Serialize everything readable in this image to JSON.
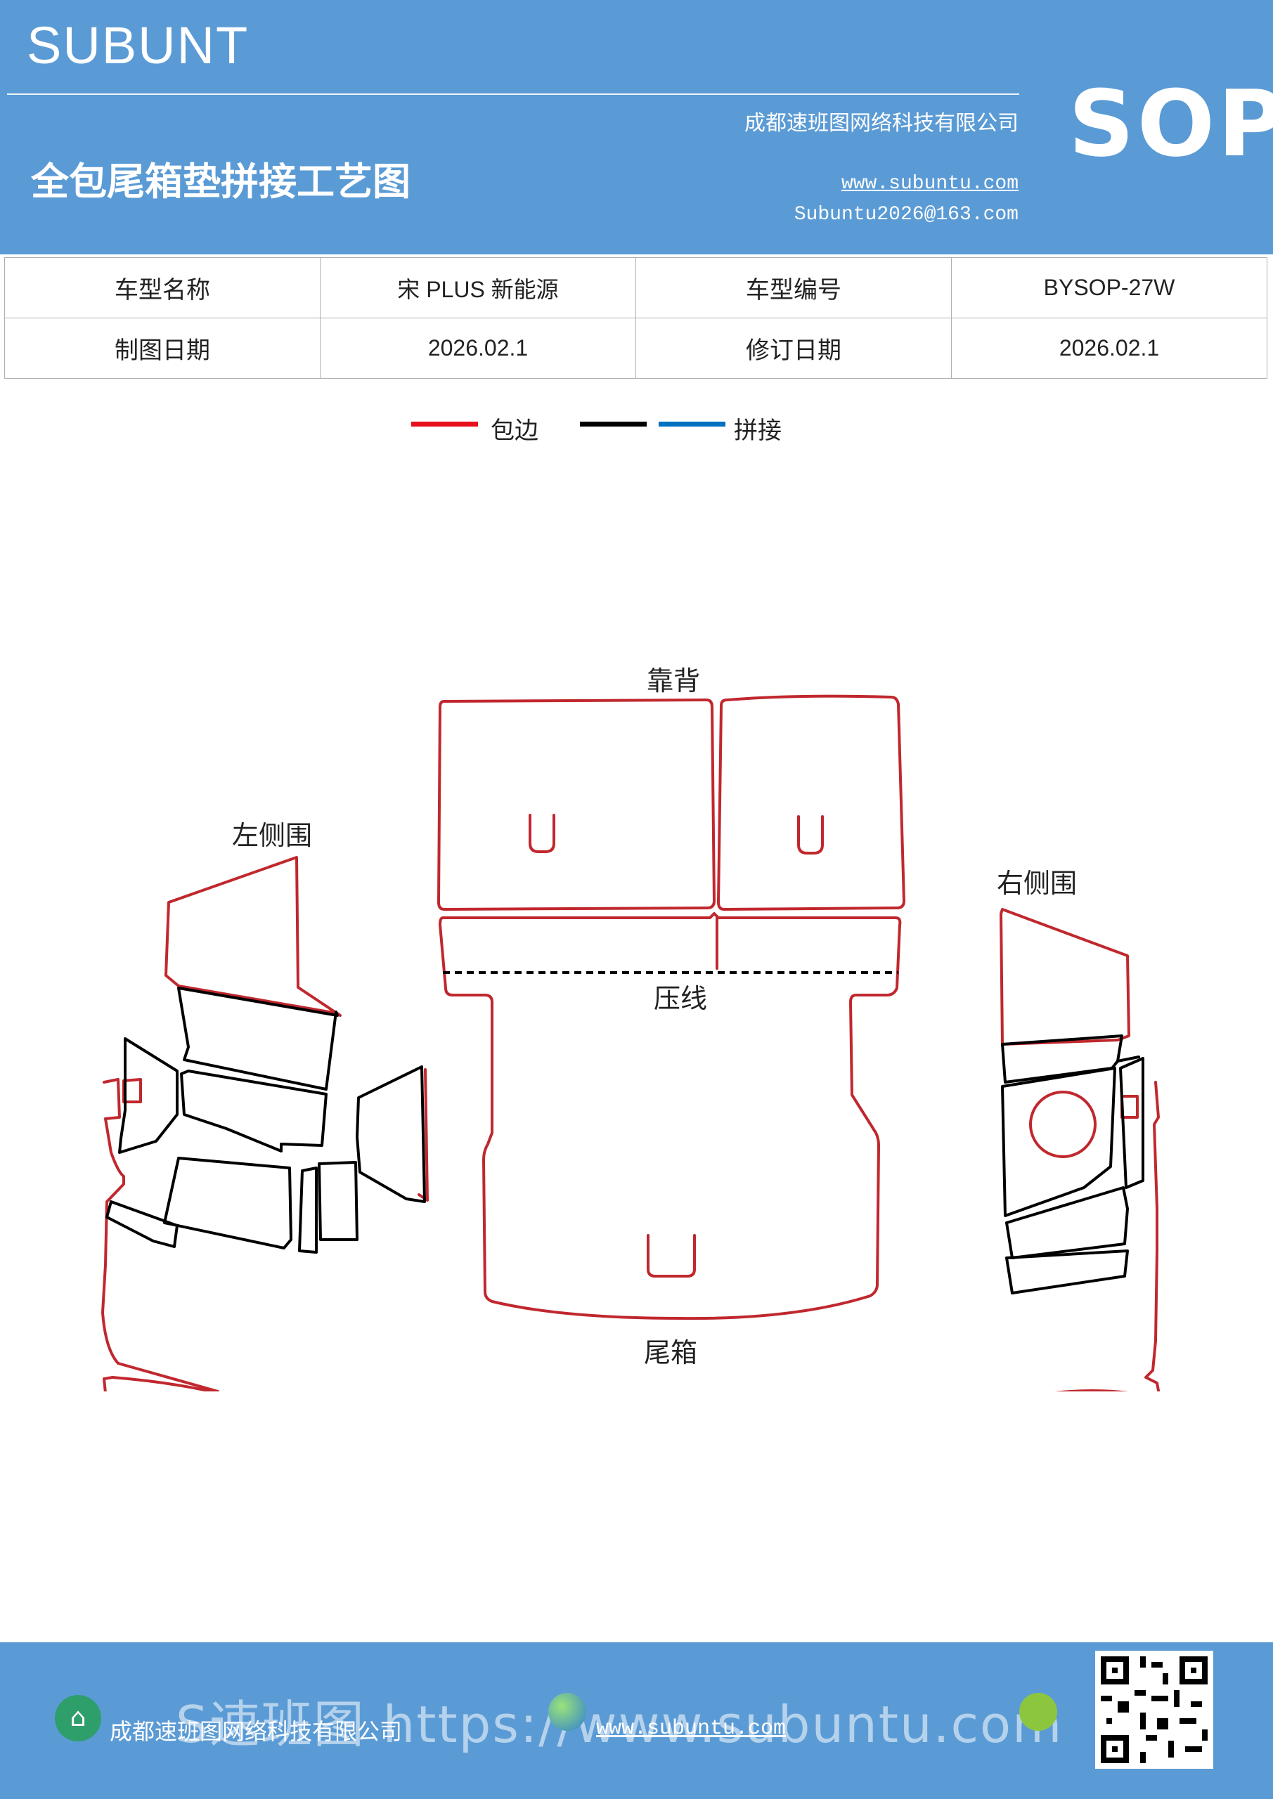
{
  "header": {
    "brand": "SUBUNT",
    "title": "全包尾箱垫拼接工艺图",
    "company": "成都速班图网络科技有限公司",
    "website": "www.subuntu.com",
    "email": "Subuntu2026@163.com",
    "badge": "SOP"
  },
  "info_table": {
    "row1": [
      "车型名称",
      "宋 PLUS 新能源",
      "车型编号",
      "BYSOP-27W"
    ],
    "row2": [
      "制图日期",
      "2026.02.1",
      "修订日期",
      "2026.02.1"
    ]
  },
  "legend": {
    "items": [
      {
        "label": "包边",
        "color": "#e8101a"
      },
      {
        "label": "",
        "color": "#000000"
      },
      {
        "label": "拼接",
        "color": "#0070c0"
      }
    ]
  },
  "diagram": {
    "labels": {
      "backrest": "靠背",
      "left_side": "左侧围",
      "right_side": "右侧围",
      "press_line": "压线",
      "trunk": "尾箱"
    },
    "edge_color": "#c0282e"
  },
  "footer": {
    "company": "成都速班图网络科技有限公司",
    "website": "www.subuntu.com",
    "watermark": "S速班图 https://www.subuntu.com"
  }
}
